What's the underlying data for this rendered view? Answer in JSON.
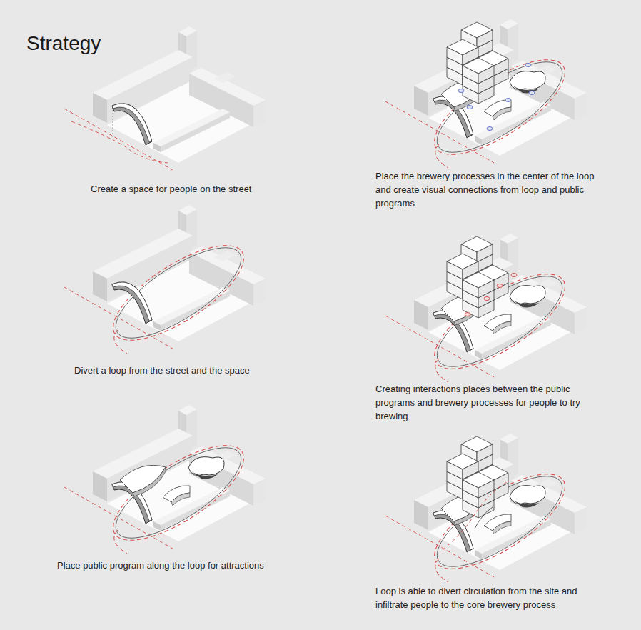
{
  "diagram": {
    "title": "Strategy",
    "labels": [
      "Create a space for people on the street",
      "Divert a loop from the street and the space",
      "Place public program along the loop for attractions",
      "Place the brewery processes in the center of the loop and create visual connections from loop and public programs",
      "Creating interactions places between the public programs and brewery processes for people to try brewing",
      "Loop is able to divert circulation from the site and infiltrate people to the core brewery process"
    ]
  }
}
